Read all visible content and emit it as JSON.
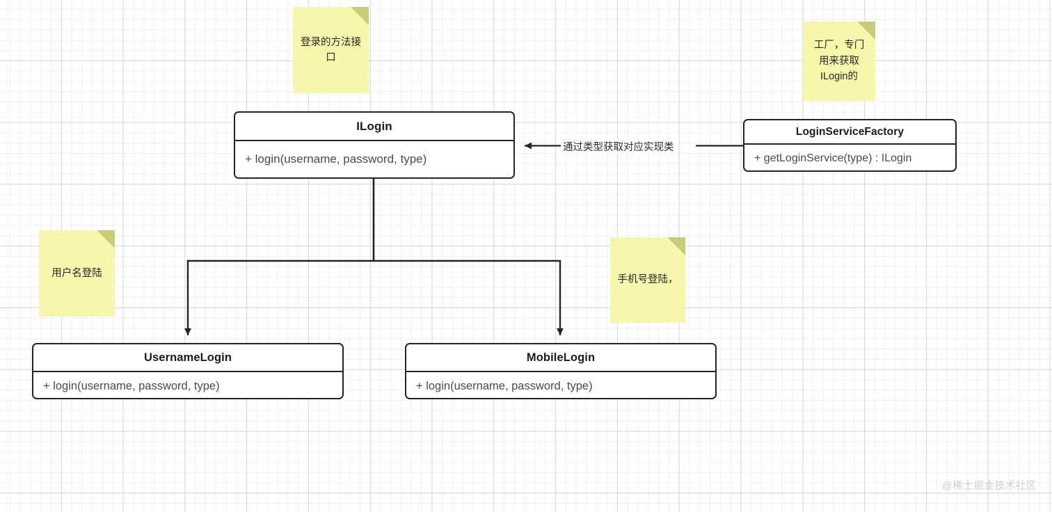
{
  "diagram": {
    "type": "uml-class-diagram",
    "watermark": "@稀土掘金技术社区",
    "classes": [
      {
        "id": "ilogin",
        "name": "ILogin",
        "members": [
          "+ login(username, password, type)"
        ]
      },
      {
        "id": "factory",
        "name": "LoginServiceFactory",
        "members": [
          "+ getLoginService(type) : ILogin"
        ]
      },
      {
        "id": "username",
        "name": "UsernameLogin",
        "members": [
          "+ login(username, password, type)"
        ]
      },
      {
        "id": "mobile",
        "name": "MobileLogin",
        "members": [
          "+ login(username, password, type)"
        ]
      }
    ],
    "notes": [
      {
        "id": "note-ilogin",
        "text": "登录的方法接口"
      },
      {
        "id": "note-factory",
        "text": "工厂，专门用来获取ILogin的"
      },
      {
        "id": "note-username",
        "text": "用户名登陆"
      },
      {
        "id": "note-mobile",
        "text": "手机号登陆，"
      }
    ],
    "edges": [
      {
        "id": "factory-to-ilogin",
        "from": "LoginServiceFactory",
        "to": "ILogin",
        "label": "通过类型获取对应实现类",
        "arrow": "solid-filled"
      },
      {
        "id": "ilogin-to-usernamelogin",
        "from": "ILogin",
        "to": "UsernameLogin",
        "label": "",
        "arrow": "solid-filled"
      },
      {
        "id": "ilogin-to-mobilelogin",
        "from": "ILogin",
        "to": "MobileLogin",
        "label": "",
        "arrow": "solid-filled"
      }
    ],
    "colors": {
      "note_fill": "#f7f7ac",
      "note_fold": "#c9cc76",
      "line": "#232323",
      "box_border": "#232323",
      "member_text": "#4a4a4a",
      "watermark": "#cfcfcf"
    }
  }
}
